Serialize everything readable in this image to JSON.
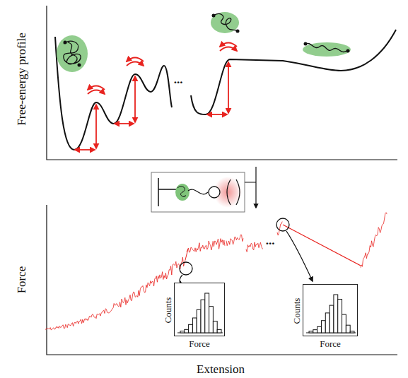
{
  "diagram": {
    "nodes": [
      {
        "text": [
          "Counts",
          "Force"
        ]
      },
      {
        "text": [
          "Counts",
          "Force"
        ]
      }
    ],
    "labels": [
      "Free-energy profile",
      "...",
      "Force",
      "...",
      "Extension"
    ]
  }
}
